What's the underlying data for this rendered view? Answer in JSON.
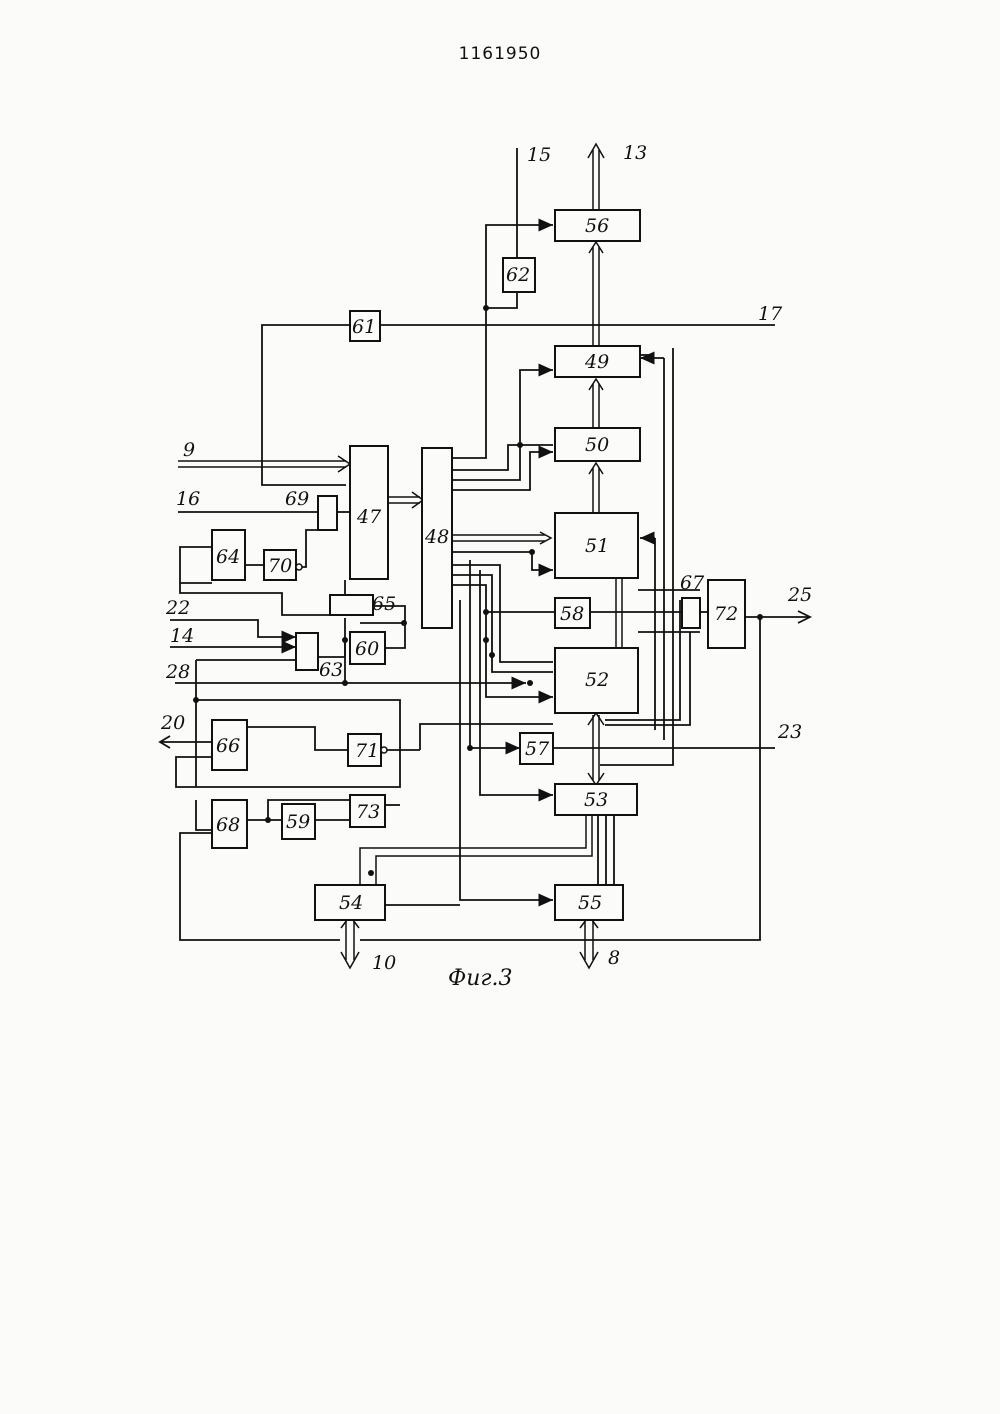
{
  "header": {
    "patent_number": "1161950"
  },
  "figure": {
    "caption": "Фиг.3"
  },
  "blocks": [
    "47",
    "48",
    "49",
    "50",
    "51",
    "52",
    "53",
    "54",
    "55",
    "56",
    "57",
    "58",
    "59",
    "60",
    "61",
    "62",
    "63",
    "64",
    "65",
    "66",
    "67",
    "68",
    "69",
    "70",
    "71",
    "72",
    "73"
  ],
  "pins": [
    "9",
    "16",
    "22",
    "14",
    "28",
    "20",
    "15",
    "13",
    "17",
    "25",
    "23",
    "10",
    "8"
  ]
}
